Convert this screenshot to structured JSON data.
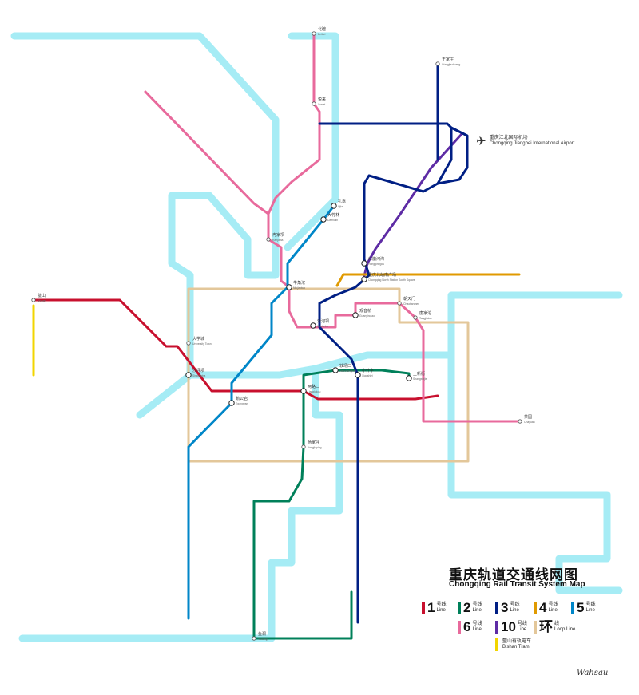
{
  "map": {
    "title_cn": "重庆轨道交通线网图",
    "title_en": "Chongqing Rail Transit System Map",
    "signature": "Wahsau",
    "airport": {
      "icon": "airplane-icon",
      "name_cn": "重庆江北国际机场",
      "name_en": "Chongqing Jiangbei International Airport"
    },
    "river_color": "#a6ecf5",
    "lines": [
      {
        "id": "1",
        "num": "1",
        "suffix": "号线",
        "en": "Line",
        "color": "#c8102e"
      },
      {
        "id": "2",
        "num": "2",
        "suffix": "号线",
        "en": "Line",
        "color": "#00805a"
      },
      {
        "id": "3",
        "num": "3",
        "suffix": "号线",
        "en": "Line",
        "color": "#001f84"
      },
      {
        "id": "4",
        "num": "4",
        "suffix": "号线",
        "en": "Line",
        "color": "#e09a00"
      },
      {
        "id": "5",
        "num": "5",
        "suffix": "号线",
        "en": "Line",
        "color": "#0086c8"
      },
      {
        "id": "6",
        "num": "6",
        "suffix": "号线",
        "en": "Line",
        "color": "#e86a9c"
      },
      {
        "id": "10",
        "num": "10",
        "suffix": "号线",
        "en": "Line",
        "color": "#5e2ca5"
      },
      {
        "id": "loop",
        "num": "环",
        "suffix": "线",
        "en": "Loop Line",
        "color": "#e3c79a"
      },
      {
        "id": "tram",
        "num": "",
        "suffix": "璧山有轨电车",
        "en": "Bishan Tram",
        "color": "#f2d500"
      }
    ],
    "stations": [
      {
        "id": "s1",
        "cn": "沙河坝",
        "en": "Shaheba"
      },
      {
        "id": "s2",
        "cn": "大学城",
        "en": "University Town"
      },
      {
        "id": "s3",
        "cn": "小什字",
        "en": "Xiaoshizi"
      },
      {
        "id": "s4",
        "cn": "朝天门",
        "en": "Chaotianmen"
      },
      {
        "id": "s5",
        "cn": "两路口",
        "en": "Lianglukou"
      },
      {
        "id": "s6",
        "cn": "牛角沱",
        "en": "Niujiaotuo"
      },
      {
        "id": "s7",
        "cn": "红旗河沟",
        "en": "Hongqihegou"
      },
      {
        "id": "s8",
        "cn": "冉家坝",
        "en": "Ranjiaba"
      },
      {
        "id": "s9",
        "cn": "大竹林",
        "en": "Dazhulin"
      },
      {
        "id": "s10",
        "cn": "礼嘉",
        "en": "Lijia"
      },
      {
        "id": "s11",
        "cn": "悦来",
        "en": "Yuelai"
      },
      {
        "id": "s12",
        "cn": "重庆北站南广场",
        "en": "Chongqing North Station South Square"
      },
      {
        "id": "s13",
        "cn": "观音桥",
        "en": "Guanyinqiao"
      },
      {
        "id": "s14",
        "cn": "鱼洞",
        "en": "Yudong"
      },
      {
        "id": "s15",
        "cn": "较场口",
        "en": "Jiaochangkou"
      },
      {
        "id": "s16",
        "cn": "杨家坪",
        "en": "Yangjiaping"
      },
      {
        "id": "s17",
        "cn": "沙坪坝",
        "en": "Shapingba"
      },
      {
        "id": "s18",
        "cn": "北碚",
        "en": "Beibei"
      },
      {
        "id": "s19",
        "cn": "鹅公岩",
        "en": "Egongyan"
      },
      {
        "id": "s20",
        "cn": "唐家沱",
        "en": "Tangjiatuo"
      },
      {
        "id": "s21",
        "cn": "茶园",
        "en": "Chayuan"
      },
      {
        "id": "s22",
        "cn": "璧山",
        "en": "Bishan"
      },
      {
        "id": "s23",
        "cn": "王家庄",
        "en": "Wangjiazhuang"
      },
      {
        "id": "s24",
        "cn": "上新街",
        "en": "Shangxinjie"
      }
    ]
  }
}
